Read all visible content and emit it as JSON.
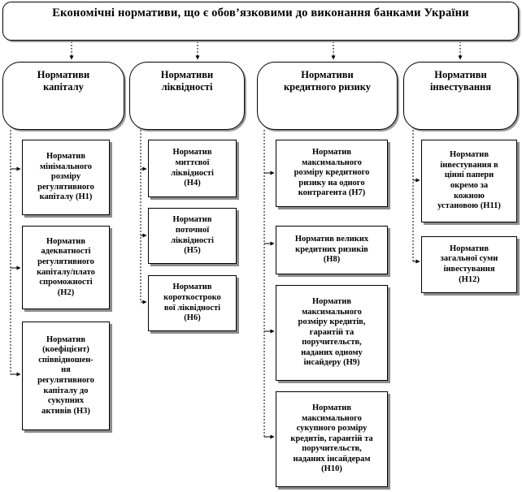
{
  "title": "Економічні нормативи, що є обов’язковими до виконання банками України",
  "groups": [
    "Нормативи\nкапіталу",
    "Нормативи\nліквідності",
    "Нормативи\nкредитного ризику",
    "Нормативи\nінвестування"
  ],
  "capital": [
    "Норматив\nмінімального\nрозміру\nрегулятивного\nкапіталу  (Н1)",
    "Норматив\nадекватності\nрегулятивного\nкапіталу/плато\nспроможності\n(Н2)",
    "Норматив\n(коефіцієнт)\nспіввідношен-\nня\nрегулятивного\nкапіталу  до\nсукупних\nактивів  (Н3)"
  ],
  "liquidity": [
    "Норматив\nмиттєвої\nліквідності\n(Н4)",
    "Норматив\nпоточної\nліквідності\n(Н5)",
    "Норматив\nкороткостроко\nвої ліквідності\n(Н6)"
  ],
  "credit": [
    "Норматив\nмаксимального\nрозміру кредитного\nризику на одного\nконтрагента  (Н7)",
    "Норматив великих\nкредитних  ризиків\n(Н8)",
    "Норматив\nмаксимального\nрозміру кредитів,\nгарантій та\nпоручительств,\nнаданих  одному\nінсайдеру (Н9)",
    "Норматив\nмаксимального\nсукупного розміру\nкредитів,  гарантій та\nпоручительств,\nнаданих  інсайдерам\n(Н10)"
  ],
  "investment": [
    "Норматив\nінвестування в\nцінні папери\nокремо за\nкожною\nустановою (Н11)",
    "Норматив\nзагальної суми\nінвестування\n(Н12)"
  ]
}
